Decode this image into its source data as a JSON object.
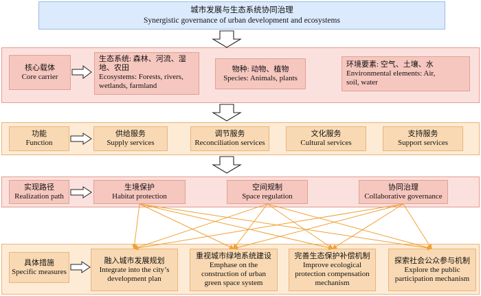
{
  "title": {
    "cn": "城市发展与生态系统协同治理",
    "en": "Synergistic governance of urban development and ecosystems"
  },
  "core": {
    "label": {
      "cn": "核心载体",
      "en": "Core carrier"
    },
    "items": [
      {
        "cn": "生态系统: 森林、河流、湿\n地、农田",
        "en": "Ecosystems: Forests, rivers,\nwetlands, farmland"
      },
      {
        "cn": "物种: 动物、植物",
        "en": "Species: Animals, plants"
      },
      {
        "cn": "环境要素: 空气、土壤、水",
        "en": "Environmental elements: Air,\nsoil, water"
      }
    ]
  },
  "function": {
    "label": {
      "cn": "功能",
      "en": "Function"
    },
    "items": [
      {
        "cn": "供给服务",
        "en": "Supply services"
      },
      {
        "cn": "调节服务",
        "en": "Reconciliation services"
      },
      {
        "cn": "文化服务",
        "en": "Cultural services"
      },
      {
        "cn": "支持服务",
        "en": "Support services"
      }
    ]
  },
  "path": {
    "label": {
      "cn": "实现路径",
      "en": "Realization path"
    },
    "items": [
      {
        "cn": "生境保护",
        "en": "Habitat protection"
      },
      {
        "cn": "空间规制",
        "en": "Space regulation"
      },
      {
        "cn": "协同治理",
        "en": "Collaborative governance"
      }
    ]
  },
  "measures": {
    "label": {
      "cn": "具体措施",
      "en": "Specific measures"
    },
    "items": [
      {
        "cn": "融入城市发展规划",
        "en": "Integrate into the city’s\ndevelopment plan"
      },
      {
        "cn": "重视城市绿地系统建设",
        "en": "Emphase on the\nconstruction of urban\ngreen space system"
      },
      {
        "cn": "完善生态保护补偿机制",
        "en": "Improve ecological\nprotection compensation\nmechanism"
      },
      {
        "cn": "探索社会公众参与机制",
        "en": "Explore the public\nparticipation mechanism"
      }
    ]
  },
  "colors": {
    "title_fill": "#dbeafc",
    "red_band": "#fbe1dd",
    "red_box": "#f6c7bf",
    "orange_band": "#fdebd6",
    "orange_box": "#f9d9b3",
    "connector": "#f0a033"
  }
}
